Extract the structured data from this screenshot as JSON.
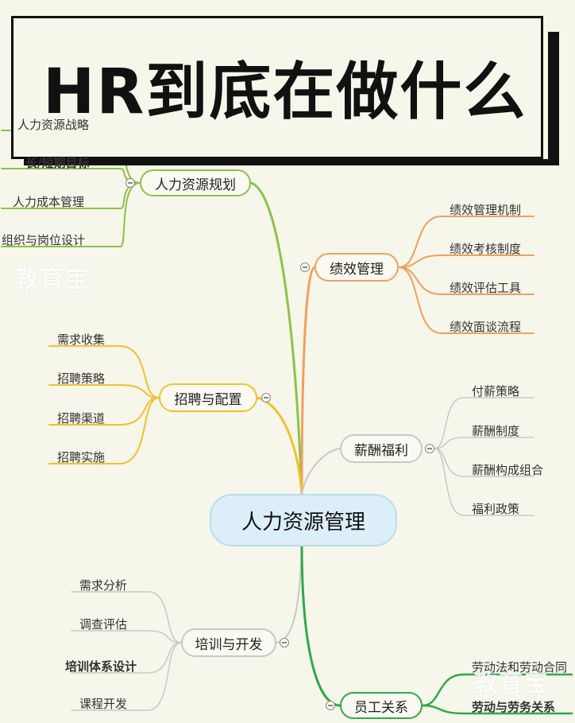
{
  "title": "HR到底在做什么",
  "root": "人力资源管理",
  "colors": {
    "planning": "#8bc34a",
    "performance": "#f0a060",
    "recruiting": "#f2c12e",
    "compensation": "#c8c8c8",
    "training": "#c8c8c8",
    "relations": "#2eaa4a"
  },
  "branches": {
    "planning": {
      "label": "人力资源规划",
      "leaves": [
        "人力资源战略",
        "长/短期目标",
        "人力成本管理",
        "组织与岗位设计"
      ]
    },
    "performance": {
      "label": "绩效管理",
      "leaves": [
        "绩效管理机制",
        "绩效考核制度",
        "绩效评估工具",
        "绩效面谈流程"
      ]
    },
    "recruiting": {
      "label": "招聘与配置",
      "leaves": [
        "需求收集",
        "招聘策略",
        "招聘渠道",
        "招聘实施"
      ]
    },
    "compensation": {
      "label": "薪酬福利",
      "leaves": [
        "付薪策略",
        "薪酬制度",
        "薪酬构成组合",
        "福利政策"
      ]
    },
    "training": {
      "label": "培训与开发",
      "leaves": [
        "需求分析",
        "调查评估",
        "培训体系设计",
        "课程开发"
      ]
    },
    "relations": {
      "label": "员工关系",
      "leaves": [
        "劳动法和劳动合同",
        "劳动与劳务关系"
      ]
    }
  },
  "watermark": {
    "text": "教育宝",
    "url": "JIAOYUBAO.CN"
  }
}
